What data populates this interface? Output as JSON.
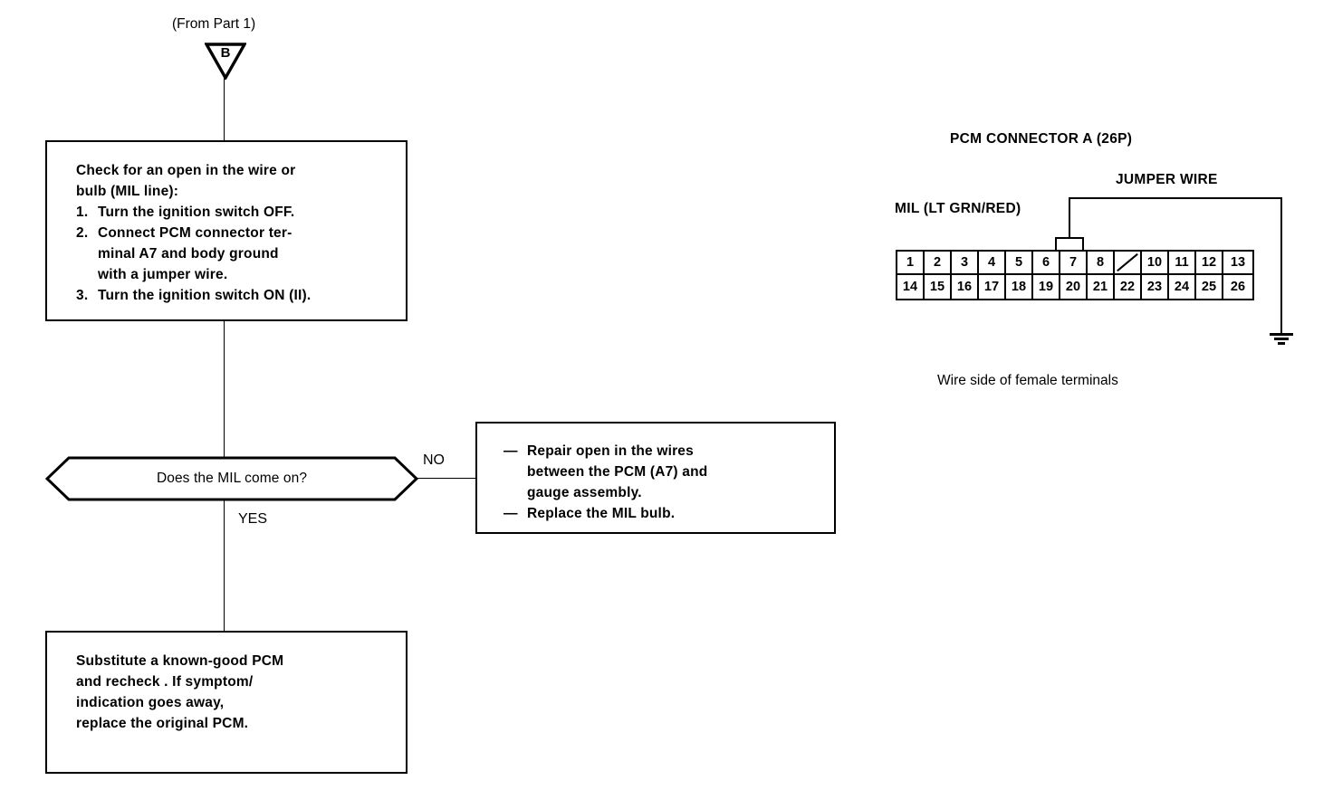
{
  "flow": {
    "entry_label": "(From Part 1)",
    "entry_connector_id": "B",
    "check_box": {
      "heading_line1": "Check for an open in the wire or",
      "heading_line2": "bulb (MIL line):",
      "steps": [
        {
          "num": "1.",
          "lines": [
            "Turn the ignition switch OFF."
          ]
        },
        {
          "num": "2.",
          "lines": [
            "Connect PCM connector ter-",
            "minal A7 and body ground",
            "with a jumper wire."
          ]
        },
        {
          "num": "3.",
          "lines": [
            "Turn the ignition switch ON (II)."
          ]
        }
      ]
    },
    "decision": {
      "question": "Does the MIL come on?",
      "yes_label": "YES",
      "no_label": "NO"
    },
    "no_result_box": {
      "items": [
        {
          "dash": "—",
          "lines": [
            "Repair open in the wires",
            "between the PCM (A7) and",
            "gauge assembly."
          ]
        },
        {
          "dash": "—",
          "lines": [
            "Replace the MIL bulb."
          ]
        }
      ]
    },
    "final_box": {
      "lines": [
        "Substitute a known-good PCM",
        "and recheck . If symptom/",
        "indication goes away,",
        "replace the original PCM."
      ]
    }
  },
  "connector_diagram": {
    "title": "PCM CONNECTOR A (26P)",
    "jumper_label": "JUMPER WIRE",
    "mil_label": "MIL (LT GRN/RED)",
    "caption": "Wire side of female terminals",
    "ground_icon": "ground-icon",
    "top_row": [
      "1",
      "2",
      "3",
      "4",
      "5",
      "6",
      "7",
      "8",
      "",
      "10",
      "11",
      "12",
      "13"
    ],
    "bottom_row": [
      "14",
      "15",
      "16",
      "17",
      "18",
      "19",
      "20",
      "21",
      "22",
      "23",
      "24",
      "25",
      "26"
    ],
    "blank_cell_index": 8,
    "jumper_terminal": "7"
  },
  "colors": {
    "ink": "#000000",
    "paper": "#ffffff"
  }
}
